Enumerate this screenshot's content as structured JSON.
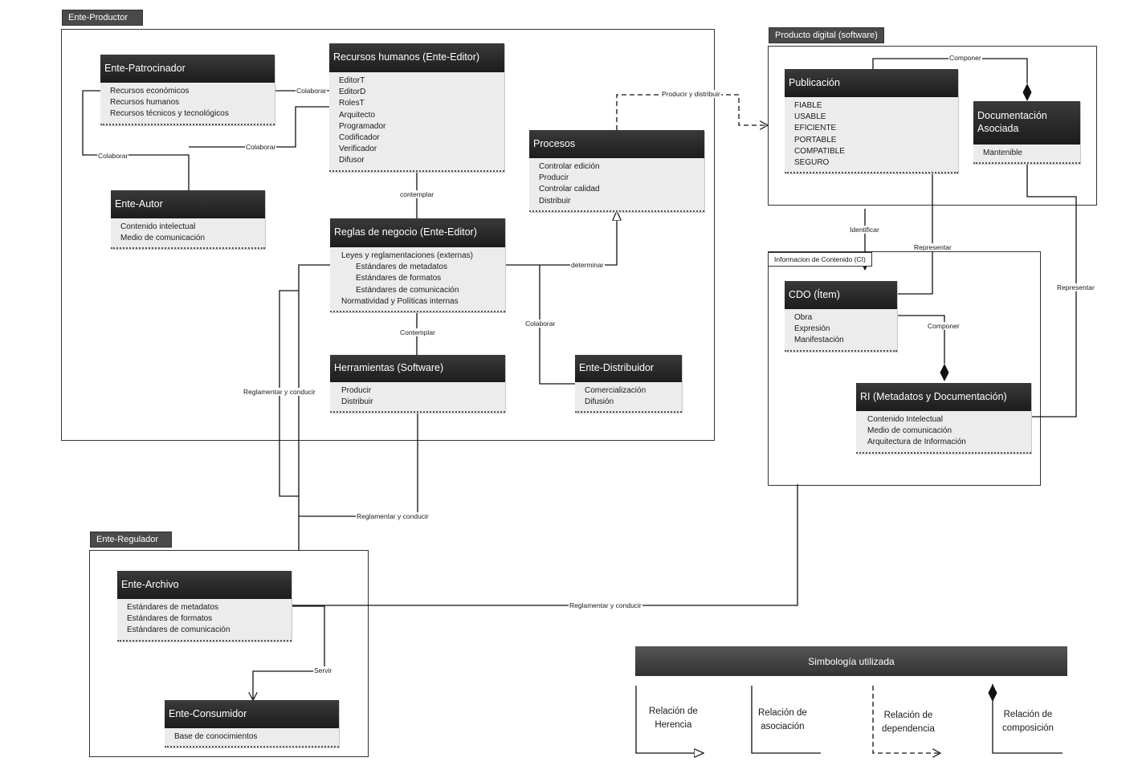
{
  "packages": {
    "productor": "Ente-Productor",
    "producto_digital": "Producto digital (software)",
    "info_contenido": "Informacion de Contenido (CI)",
    "regulador": "Ente-Regulador"
  },
  "classes": {
    "patrocinador": {
      "title": "Ente-Patrocinador",
      "attrs": [
        "Recursos económicos",
        "Recursos humanos",
        "Recursos técnicos y tecnológicos"
      ]
    },
    "rrhh": {
      "title": "Recursos humanos (Ente-Editor)",
      "attrs": [
        "EditorT",
        "EditorD",
        "RolesT",
        "Arquitecto",
        "Programador",
        "Codificador",
        "Verificador",
        "Difusor"
      ]
    },
    "autor": {
      "title": "Ente-Autor",
      "attrs": [
        "Contenido intelectual",
        "Medio de comunicación"
      ]
    },
    "procesos": {
      "title": "Procesos",
      "attrs": [
        "Controlar edición",
        "Producir",
        "Controlar calidad",
        "Distribuir"
      ]
    },
    "reglas": {
      "title": "Reglas de negocio (Ente-Editor)",
      "attrs": [
        "Leyes y reglamentaciones (externas)",
        "Estándares de metadatos",
        "Estándares de formatos",
        "Estándares de comunicación",
        "Normatividad y Políticas internas"
      ]
    },
    "herramientas": {
      "title": "Herramientas (Software)",
      "attrs": [
        "Producir",
        "Distribuir"
      ]
    },
    "distribuidor": {
      "title": "Ente-Distribuidor",
      "attrs": [
        "Comercialización",
        "Difusión"
      ]
    },
    "publicacion": {
      "title": "Publicación",
      "attrs": [
        "FIABLE",
        "USABLE",
        "EFICIENTE",
        "PORTABLE",
        "COMPATIBLE",
        "SEGURO"
      ]
    },
    "documentacion": {
      "title": "Documentación Asociada",
      "attrs": [
        "Mantenible"
      ]
    },
    "cdo": {
      "title": "CDO (Ítem)",
      "attrs": [
        "Obra",
        "Expresión",
        "Manifestación"
      ]
    },
    "ri": {
      "title": "RI (Metadatos y Documentación)",
      "attrs": [
        "Contenido Intelectual",
        "Medio de comunicación",
        "Arquitectura de Información"
      ]
    },
    "archivo": {
      "title": "Ente-Archivo",
      "attrs": [
        "Estándares de metadatos",
        "Estándares de formatos",
        "Estándares de comunicación"
      ]
    },
    "consumidor": {
      "title": "Ente-Consumidor",
      "attrs": [
        "Base de conocimientos"
      ]
    }
  },
  "relations": {
    "colaborar_a": "Colaborar",
    "colaborar_b": "Colaborar",
    "colaborar_c": "Colaborar",
    "colaborar_d": "Colaborar",
    "contemplar_a": "contemplar",
    "contemplar_b": "Contemplar",
    "producir_distribuir": "Producir y distribuir",
    "determinar": "determinar",
    "reglamentar_a": "Reglamentar y conducir",
    "reglamentar_b": "Reglamentar y conducir",
    "reglamentar_c": "Reglamentar y conducir",
    "componer_a": "Componer",
    "componer_b": "Componer",
    "identificar": "Identificar",
    "representar_a": "Representar",
    "representar_b": "Representar",
    "servir": "Servir"
  },
  "legend": {
    "title": "Simbología utilizada",
    "herencia": [
      "Relación de",
      "Herencia"
    ],
    "asociacion": [
      "Relación de",
      "asociación"
    ],
    "dependencia": [
      "Relación de",
      "dependencia"
    ],
    "composicion": [
      "Relación de",
      "composición"
    ]
  }
}
